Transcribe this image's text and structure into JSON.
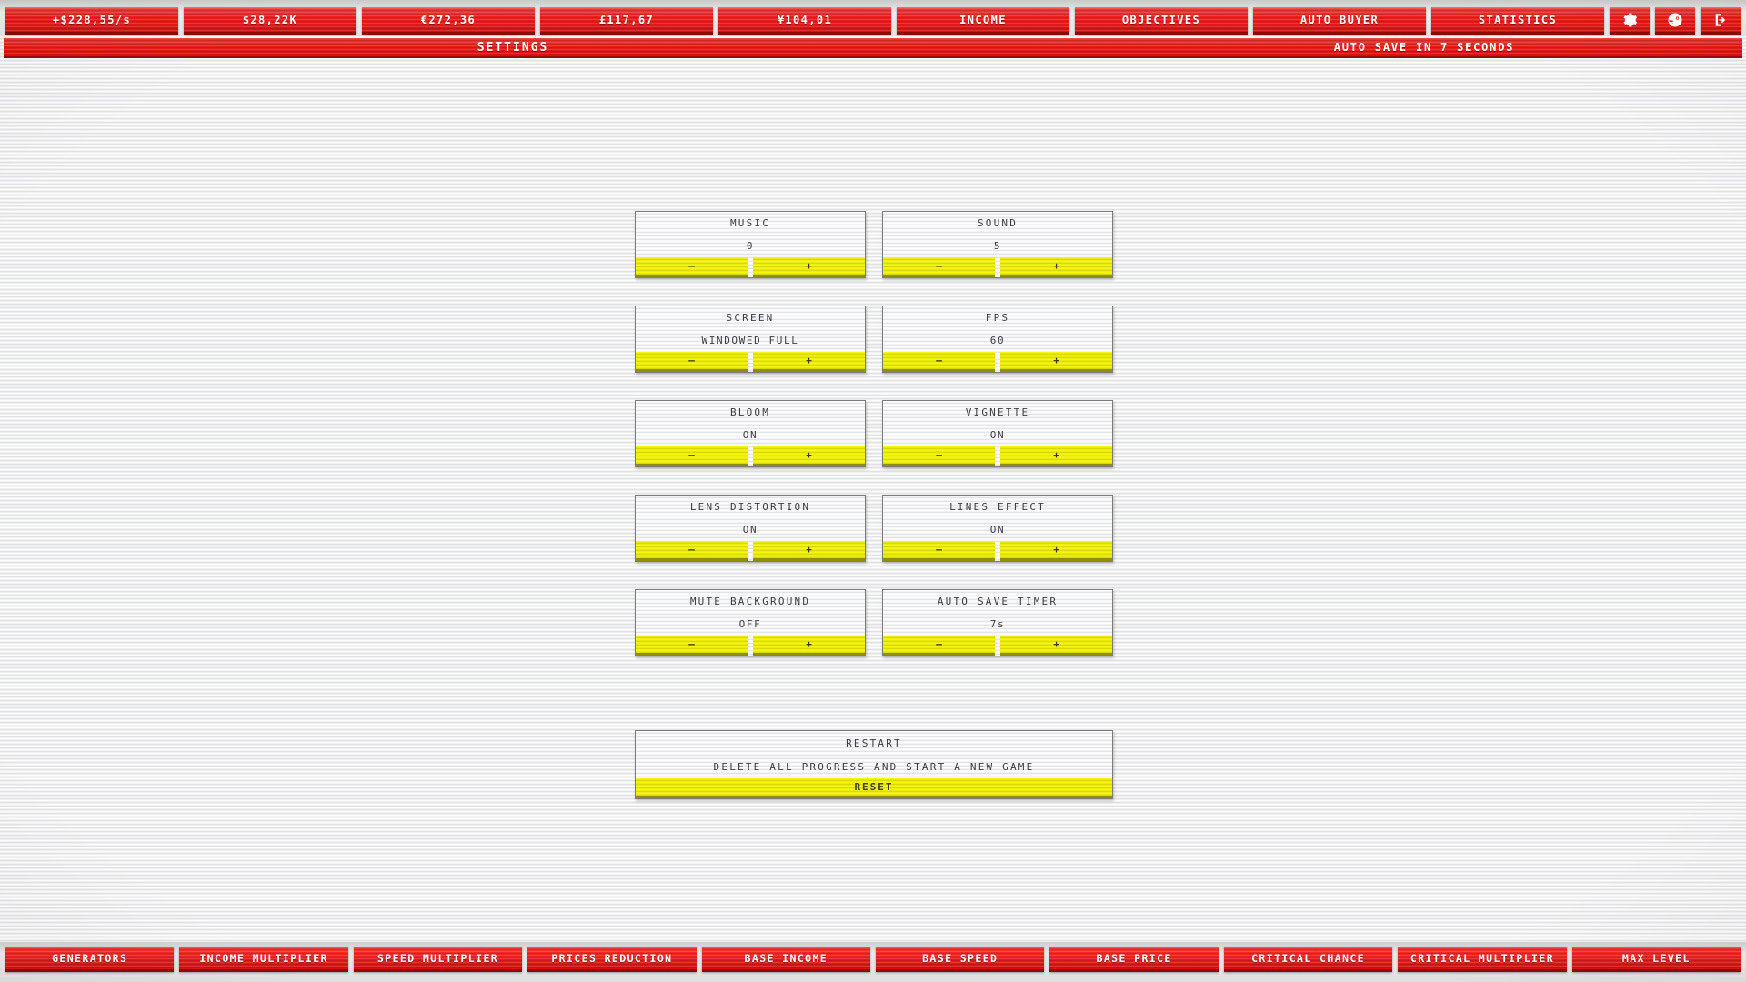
{
  "topbar": {
    "currencies": [
      {
        "name": "income-rate",
        "label": "+$228,55/s"
      },
      {
        "name": "dollars",
        "label": "$28,22K"
      },
      {
        "name": "euros",
        "label": "€272,36"
      },
      {
        "name": "pounds",
        "label": "£117,67"
      },
      {
        "name": "yen",
        "label": "¥104,01"
      }
    ],
    "nav": [
      {
        "name": "income",
        "label": "INCOME"
      },
      {
        "name": "objectives",
        "label": "OBJECTIVES"
      },
      {
        "name": "autobuyer",
        "label": "AUTO BUYER"
      },
      {
        "name": "statistics",
        "label": "STATISTICS"
      }
    ],
    "icons": [
      {
        "name": "gear-icon",
        "glyph": "gear"
      },
      {
        "name": "steam-icon",
        "glyph": "steam"
      },
      {
        "name": "exit-icon",
        "glyph": "exit"
      }
    ]
  },
  "titlebar": {
    "title": "SETTINGS",
    "autosave": "AUTO SAVE IN 7 SECONDS"
  },
  "settings": {
    "minus_label": "–",
    "plus_label": "+",
    "rows": [
      [
        {
          "name": "music",
          "title": "MUSIC",
          "value": "0"
        },
        {
          "name": "sound",
          "title": "SOUND",
          "value": "5"
        }
      ],
      [
        {
          "name": "screen",
          "title": "SCREEN",
          "value": "WINDOWED FULL"
        },
        {
          "name": "fps",
          "title": "FPS",
          "value": "60"
        }
      ],
      [
        {
          "name": "bloom",
          "title": "BLOOM",
          "value": "ON"
        },
        {
          "name": "vignette",
          "title": "VIGNETTE",
          "value": "ON"
        }
      ],
      [
        {
          "name": "lens-distortion",
          "title": "LENS DISTORTION",
          "value": "ON"
        },
        {
          "name": "lines-effect",
          "title": "LINES EFFECT",
          "value": "ON"
        }
      ],
      [
        {
          "name": "mute-background",
          "title": "MUTE BACKGROUND",
          "value": "OFF"
        },
        {
          "name": "auto-save-timer",
          "title": "AUTO SAVE TIMER",
          "value": "7s"
        }
      ]
    ]
  },
  "restart": {
    "title": "RESTART",
    "description": "DELETE ALL PROGRESS AND START A NEW GAME",
    "button_label": "RESET"
  },
  "bottombar": {
    "items": [
      {
        "name": "generators",
        "label": "GENERATORS"
      },
      {
        "name": "income-multiplier",
        "label": "INCOME MULTIPLIER"
      },
      {
        "name": "speed-multiplier",
        "label": "SPEED MULTIPLIER"
      },
      {
        "name": "prices-reduction",
        "label": "PRICES REDUCTION"
      },
      {
        "name": "base-income",
        "label": "BASE INCOME"
      },
      {
        "name": "base-speed",
        "label": "BASE SPEED"
      },
      {
        "name": "base-price",
        "label": "BASE PRICE"
      },
      {
        "name": "critical-chance",
        "label": "CRITICAL CHANCE"
      },
      {
        "name": "critical-multiplier",
        "label": "CRITICAL MULTIPLIER"
      },
      {
        "name": "max-level",
        "label": "MAX LEVEL"
      }
    ]
  },
  "colors": {
    "red": "#e8201e",
    "red_dark": "#8d0a08",
    "yellow": "#ecec0c",
    "yellow_dark": "#8f8f06",
    "text_dark": "#3c3c44",
    "background": "#eff0f1"
  }
}
